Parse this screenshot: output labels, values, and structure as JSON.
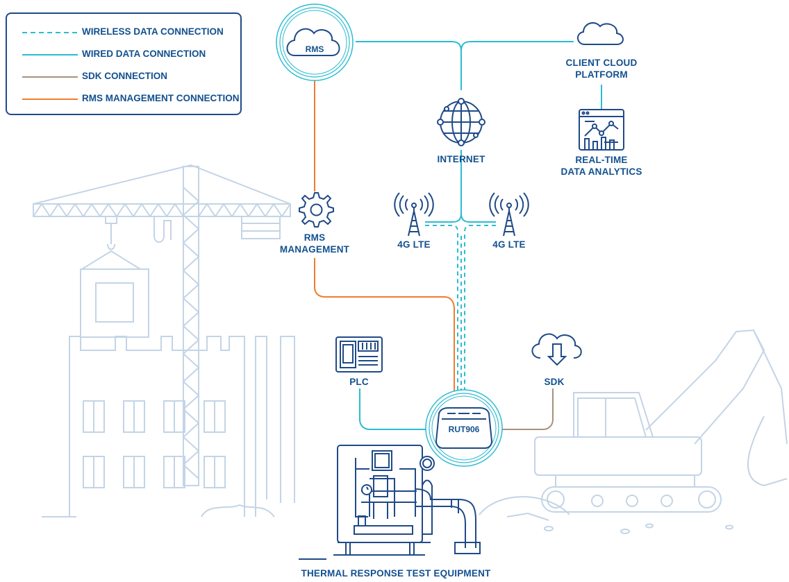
{
  "legend": {
    "items": [
      {
        "label": "WIRELESS DATA CONNECTION",
        "color": "#2bbcd2",
        "style": "dashed"
      },
      {
        "label": "WIRED DATA CONNECTION",
        "color": "#2bbcd2",
        "style": "solid"
      },
      {
        "label": "SDK CONNECTION",
        "color": "#a7927a",
        "style": "solid"
      },
      {
        "label": "RMS MANAGEMENT CONNECTION",
        "color": "#ee7d2b",
        "style": "solid"
      }
    ]
  },
  "nodes": {
    "rms": {
      "label": "RMS",
      "icon": "cloud-icon"
    },
    "client_cloud": {
      "line1": "CLIENT CLOUD",
      "line2": "PLATFORM",
      "icon": "cloud-icon"
    },
    "analytics": {
      "line1": "REAL-TIME",
      "line2": "DATA ANALYTICS",
      "icon": "chart-icon"
    },
    "internet": {
      "label": "INTERNET",
      "icon": "globe-icon"
    },
    "rms_management": {
      "line1": "RMS",
      "line2": "MANAGEMENT",
      "icon": "gear-icon"
    },
    "lte_left": {
      "label": "4G LTE",
      "icon": "tower-icon"
    },
    "lte_right": {
      "label": "4G LTE",
      "icon": "tower-icon"
    },
    "plc": {
      "label": "PLC",
      "icon": "plc-icon"
    },
    "sdk": {
      "label": "SDK",
      "icon": "cloud-download-icon"
    },
    "router": {
      "label": "RUT906",
      "icon": "router-icon"
    },
    "equipment": {
      "label": "THERMAL RESPONSE TEST EQUIPMENT",
      "icon": "thermal-equipment-icon"
    }
  },
  "colors": {
    "primary": "#12508f",
    "wireless": "#2bbcd2",
    "wired": "#2bbcd2",
    "sdk": "#a7927a",
    "rms": "#ee7d2b",
    "background_art": "#c3d4e6"
  }
}
